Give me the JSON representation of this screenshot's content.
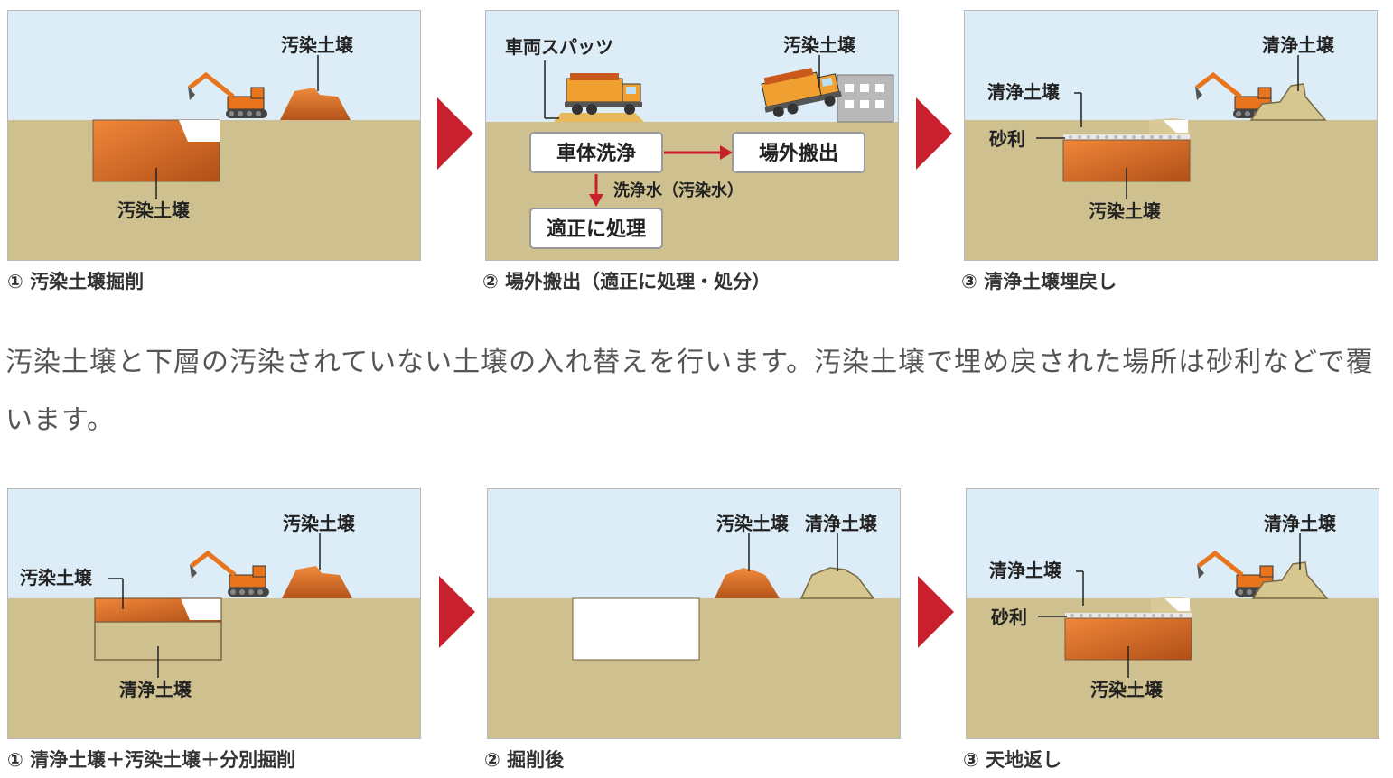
{
  "row1": {
    "panel1": {
      "labels": {
        "pile": "汚染土壌",
        "pit": "汚染土壌"
      },
      "caption": "① 汚染土壌掘削"
    },
    "panel2": {
      "labels": {
        "spats": "車両スパッツ",
        "pile": "汚染土壌"
      },
      "flow": {
        "wash": "車体洗浄",
        "carry_out": "場外搬出",
        "water": "洗浄水（汚染水）",
        "treat": "適正に処理"
      },
      "caption": "② 場外搬出（適正に処理・処分）"
    },
    "panel3": {
      "labels": {
        "pile": "清浄土壌",
        "clean": "清浄土壌",
        "gravel": "砂利",
        "pit": "汚染土壌"
      },
      "caption": "③ 清浄土壌埋戻し"
    }
  },
  "description": "汚染土壌と下層の汚染されていない土壌の入れ替えを行います。汚染土壌で埋め戻された場所は砂利などで覆います。",
  "row2": {
    "panel1": {
      "labels": {
        "pile": "汚染土壌",
        "top": "汚染土壌",
        "bottom": "清浄土壌"
      },
      "caption": "① 清浄土壌＋汚染土壌＋分別掘削"
    },
    "panel2": {
      "labels": {
        "pile1": "汚染土壌",
        "pile2": "清浄土壌"
      },
      "caption": "② 掘削後"
    },
    "panel3": {
      "labels": {
        "pile": "清浄土壌",
        "clean": "清浄土壌",
        "gravel": "砂利",
        "pit": "汚染土壌"
      },
      "caption": "③ 天地返し"
    }
  },
  "colors": {
    "sky": "#dcedf7",
    "ground": "#cfc08f",
    "contaminated": "#e07a2c",
    "clean_pile": "#d6c690",
    "arrow": "#c8202d",
    "excavator": "#e8741e"
  }
}
